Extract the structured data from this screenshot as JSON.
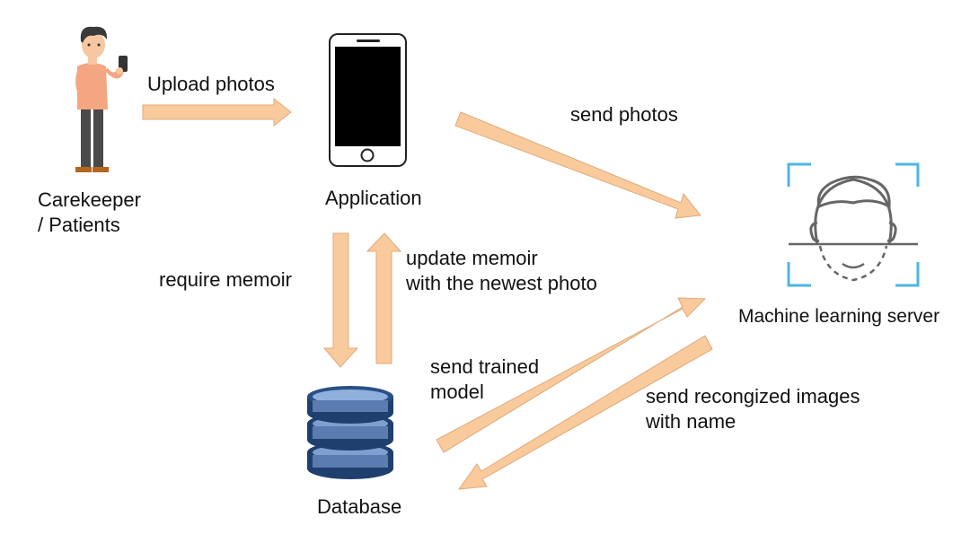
{
  "nodes": {
    "user": {
      "icon": "person-with-phone-icon",
      "line1": "Carekeeper",
      "line2": "/ Patients"
    },
    "application": {
      "icon": "smartphone-icon",
      "label": "Application"
    },
    "server": {
      "icon": "face-recognition-icon",
      "label": "Machine learning server"
    },
    "database": {
      "icon": "database-icon",
      "label": "Database"
    }
  },
  "edges": {
    "upload": "Upload photos",
    "send_photos": "send photos",
    "require": "require memoir",
    "update": {
      "line1": "update memoir",
      "line2": "with the newest photo"
    },
    "trained": {
      "line1": "send trained",
      "line2": "model"
    },
    "recognized": {
      "line1": "send recongized images",
      "line2": "with name"
    }
  },
  "colors": {
    "arrow_fill": "#f9cb9c",
    "arrow_stroke": "#e0a878",
    "shirt": "#f4a582",
    "skin": "#f6c7a1",
    "hair": "#3a3a3a",
    "pants": "#4a4a4a",
    "frame": "#4db6e6",
    "db_dark": "#1f3f6e",
    "db_light": "#7f9fcf"
  }
}
